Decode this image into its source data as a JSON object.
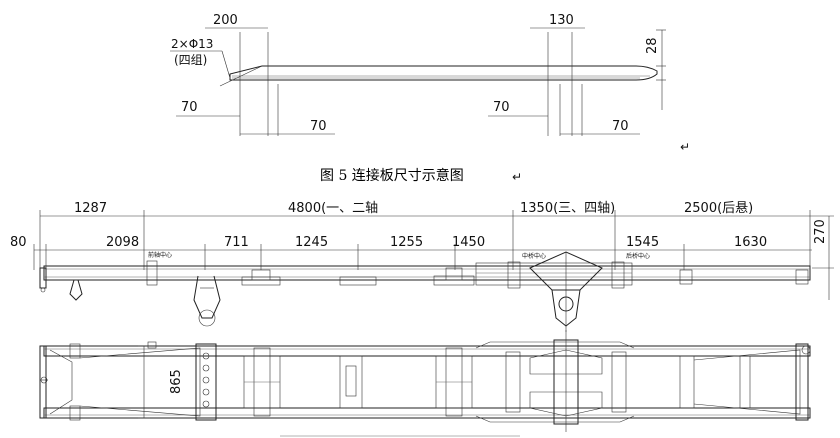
{
  "plate_drawing": {
    "dims": {
      "top_left": "200",
      "top_right": "130",
      "height": "28",
      "holes": "2×Φ13",
      "holes_note": "(四组)",
      "bottom_1": "70",
      "bottom_2": "70",
      "bottom_3": "70",
      "bottom_4": "70"
    },
    "caption": "图 5    连接板尺寸示意图",
    "caption_mark": "↵",
    "stray_mark": "↵"
  },
  "frame_drawing": {
    "upper_dims": {
      "d1287": "1287",
      "d4800": "4800(一、二轴",
      "d1350": "1350(三、四轴)",
      "d2500": "2500(后悬)"
    },
    "lower_dims": {
      "d80": "80",
      "d2098": "2098",
      "d711": "711",
      "d1245": "1245",
      "d1255": "1255",
      "d1450": "1450",
      "d1545": "1545",
      "d1630": "1630"
    },
    "right_dim": "270",
    "plan_dim": "865",
    "labels": {
      "front_axle_center": "前轴中心",
      "middle_axle_center": "中桥中心",
      "rear_axle_center": "后桥中心"
    }
  }
}
